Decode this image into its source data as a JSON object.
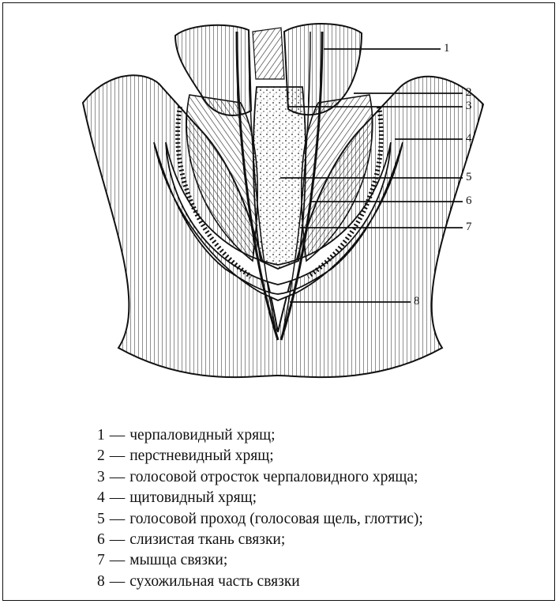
{
  "diagram": {
    "markers": [
      "1",
      "2",
      "3",
      "4",
      "5",
      "6",
      "7",
      "8"
    ]
  },
  "legend": [
    {
      "num": "1",
      "text": "черпаловидный хрящ;"
    },
    {
      "num": "2",
      "text": "перстневидный хрящ;"
    },
    {
      "num": "3",
      "text": "голосовой отросток черпаловидного хряща;"
    },
    {
      "num": "4",
      "text": "щитовидный хрящ;"
    },
    {
      "num": "5",
      "text": "голосовой проход (голосовая щель, глоттис);"
    },
    {
      "num": "6",
      "text": "слизистая ткань связки;"
    },
    {
      "num": "7",
      "text": "мышца связки;"
    },
    {
      "num": "8",
      "text": "сухожильная часть связки"
    }
  ],
  "dash": "—"
}
